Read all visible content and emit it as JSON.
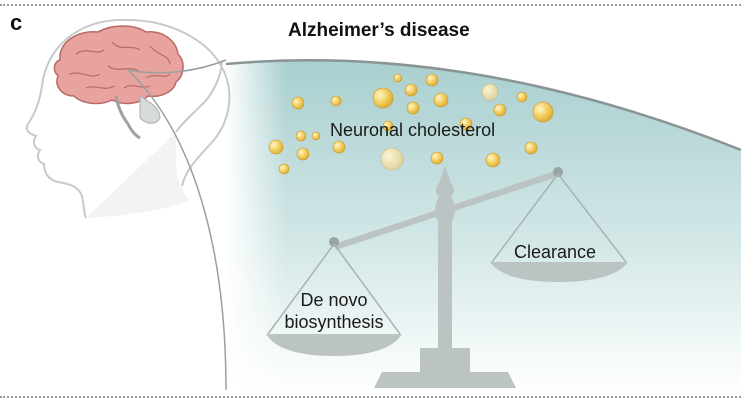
{
  "panel": {
    "letter": "c",
    "title": "Alzheimer’s disease"
  },
  "labels": {
    "cholesterol": "Neuronal cholesterol",
    "clearance": "Clearance",
    "synthesis_line1": "De novo",
    "synthesis_line2": "biosynthesis"
  },
  "colors": {
    "background_gradient_top": "#a9cfcf",
    "background_gradient_bottom": "#ffffff",
    "scale": "#bcc3c3",
    "brain": "#e8a39f",
    "droplet": "#f1cd5a"
  },
  "icons": {
    "head": "human-head-silhouette",
    "brain": "brain",
    "scale": "balance-scale",
    "droplets": "cholesterol-droplets"
  }
}
